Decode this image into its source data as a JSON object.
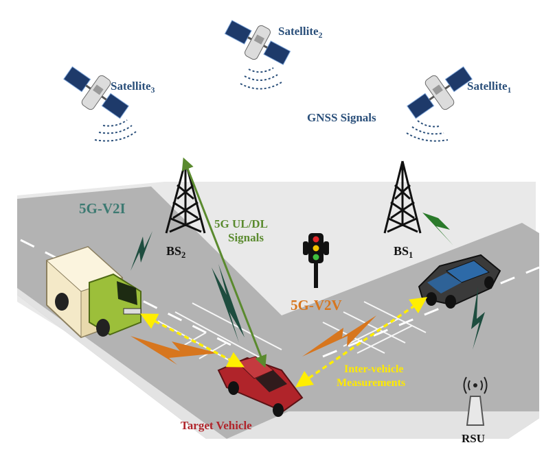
{
  "labels": {
    "satellite_name": "Satellite",
    "satellite1_sub": "1",
    "satellite2_sub": "2",
    "satellite3_sub": "3",
    "gnss_signals": "GNSS Signals",
    "v2i": "5G-V2I",
    "ul_dl_line1": "5G UL/DL",
    "ul_dl_line2": "Signals",
    "bs_name": "BS",
    "bs1_sub": "1",
    "bs2_sub": "2",
    "v2v": "5G-V2V",
    "inter_vehicle_line1": "Inter-vehicle",
    "inter_vehicle_line2": "Measurements",
    "target_vehicle": "Target Vehicle",
    "rsu": "RSU"
  },
  "colors": {
    "satellite_text": "#2a4f7a",
    "v2i_text": "#3d7a72",
    "uldl_text": "#5a8a2e",
    "v2v_text": "#d7761e",
    "measurement_text": "#ffea00",
    "target_text": "#b0242a",
    "dark_text": "#111111",
    "road": "#b3b3b3",
    "road_edge": "#e9e9e9",
    "measurement_arrow": "#ffee00",
    "uplink_arrow": "#5a8a2e"
  }
}
